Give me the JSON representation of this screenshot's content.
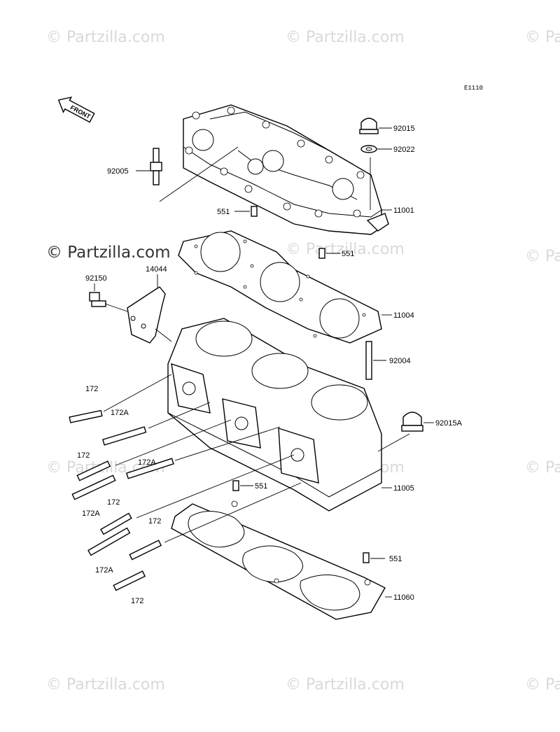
{
  "watermark": {
    "text": "© Partzilla.com",
    "main_text": "© Partzilla.com"
  },
  "diagram_code": "E1110",
  "front_label": "FRONT",
  "part_labels": [
    {
      "id": "p92015",
      "text": "92015"
    },
    {
      "id": "p92022",
      "text": "92022"
    },
    {
      "id": "p92005",
      "text": "92005"
    },
    {
      "id": "p551a",
      "text": "551"
    },
    {
      "id": "p11001",
      "text": "11001"
    },
    {
      "id": "p551b",
      "text": "551"
    },
    {
      "id": "p92150",
      "text": "92150"
    },
    {
      "id": "p14044",
      "text": "14044"
    },
    {
      "id": "p11004",
      "text": "11004"
    },
    {
      "id": "p92004",
      "text": "92004"
    },
    {
      "id": "p172a",
      "text": "172"
    },
    {
      "id": "p172A1",
      "text": "172A"
    },
    {
      "id": "p92015A",
      "text": "92015A"
    },
    {
      "id": "p172b",
      "text": "172"
    },
    {
      "id": "p172A2",
      "text": "172A"
    },
    {
      "id": "p551c",
      "text": "551"
    },
    {
      "id": "p11005",
      "text": "11005"
    },
    {
      "id": "p172A3",
      "text": "172A"
    },
    {
      "id": "p172c",
      "text": "172"
    },
    {
      "id": "p172d",
      "text": "172"
    },
    {
      "id": "p551d",
      "text": "551"
    },
    {
      "id": "p172A4",
      "text": "172A"
    },
    {
      "id": "p11060",
      "text": "11060"
    },
    {
      "id": "p172e",
      "text": "172"
    }
  ]
}
